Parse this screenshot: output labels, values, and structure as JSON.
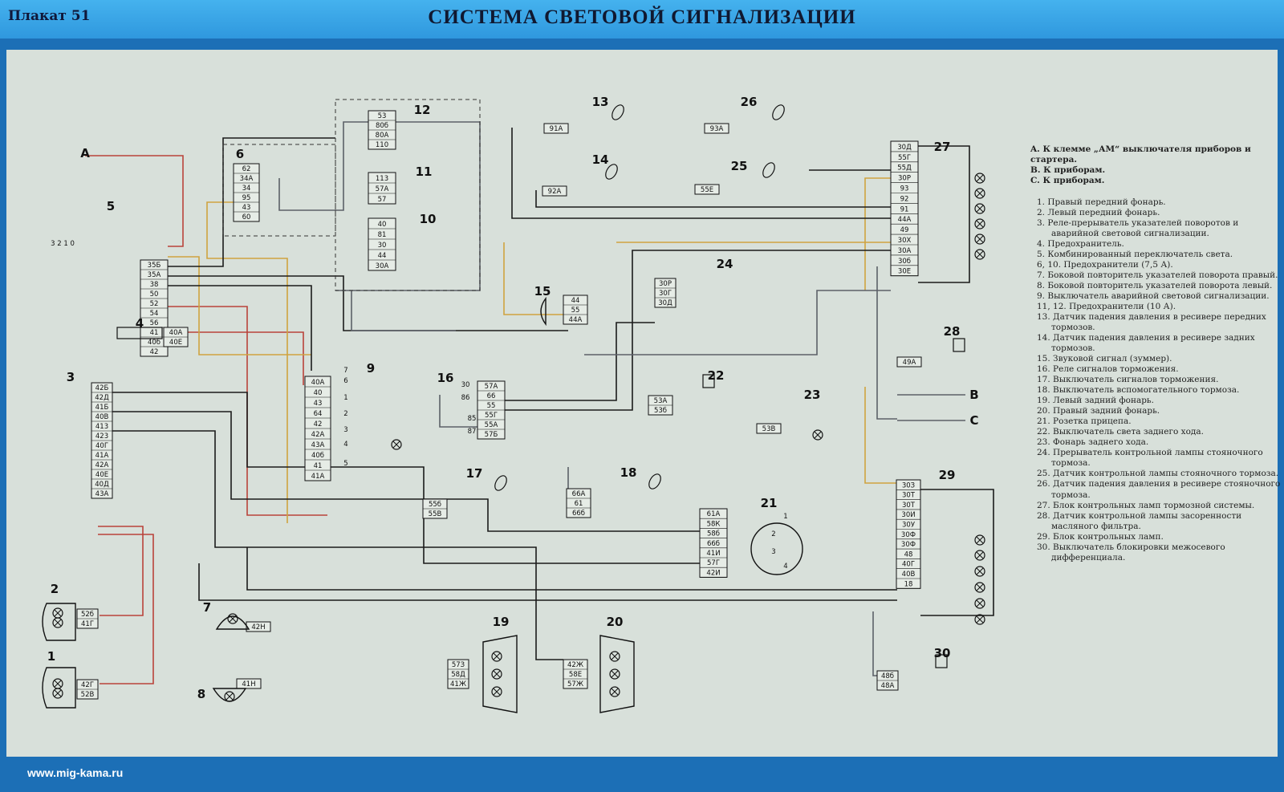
{
  "header": {
    "poster_number": "Плакат 51",
    "title": "СИСТЕМА СВЕТОВОЙ СИГНАЛИЗАЦИИ"
  },
  "footer": {
    "site": "www.mig-kama.ru"
  },
  "legend": {
    "abc": [
      "A. К клемме „АМ“ выключателя приборов и стартера.",
      "B. К приборам.",
      "C. К приборам."
    ],
    "items": [
      "Правый передний фонарь.",
      "Левый передний фонарь.",
      "Реле-прерыватель указателей поворотов и аварийной световой сигнализации.",
      "Предохранитель.",
      "Комбинированный переключатель света.",
      "10. Предохранители (7,5 А).",
      "Боковой повторитель указателей поворота правый.",
      "Боковой повторитель указателей поворота левый.",
      "Выключатель аварийной световой сигнализации.",
      "12. Предохранители (10 А).",
      "Датчик падения давления в ресивере передних тормозов.",
      "Датчик падения давления в ресивере задних тормозов.",
      "Звуковой сигнал (зуммер).",
      "Реле сигналов торможения.",
      "Выключатель сигналов торможения.",
      "Выключатель вспомогательного тормоза.",
      "Левый задний фонарь.",
      "Правый задний фонарь.",
      "Розетка прицепа.",
      "Выключатель света заднего хода.",
      "Фонарь заднего хода.",
      "Прерыватель контрольной лампы стояночного тормоза.",
      "Датчик контрольной лампы стояночного тормоза.",
      "Датчик падения давления в ресивере стояночного тормоза.",
      "Блок контрольных ламп тормозной системы.",
      "Датчик контрольной лампы засоренности масляного фильтра.",
      "Блок контрольных ламп.",
      "Выключатель блокировки межосевого дифференциала."
    ],
    "item_numbers": [
      "1.",
      "2.",
      "3.",
      "4.",
      "5.",
      "6,",
      "7.",
      "8.",
      "9.",
      "11,",
      "13.",
      "14.",
      "15.",
      "16.",
      "17.",
      "18.",
      "19.",
      "20.",
      "21.",
      "22.",
      "23.",
      "24.",
      "25.",
      "26.",
      "27.",
      "28.",
      "29.",
      "30."
    ]
  },
  "diagram": {
    "line_colors": {
      "red": "#b9433a",
      "yellow": "#cfa340",
      "black": "#1b1b1b",
      "gray": "#5c6068"
    },
    "letters": [
      "A",
      "B",
      "C"
    ],
    "switch_positions": "3 2 1 0",
    "blocks": [
      {
        "id": "5",
        "pins": [
          "35Б",
          "35А",
          "38",
          "50",
          "52",
          "54",
          "56",
          "41",
          "40б",
          "42"
        ]
      },
      {
        "id": "6",
        "pins": [
          "62",
          "34А",
          "34",
          "95",
          "43",
          "60"
        ]
      },
      {
        "id": "12",
        "pins": [
          "53",
          "80б",
          "80А",
          "110"
        ]
      },
      {
        "id": "11",
        "pins": [
          "113",
          "57А",
          "57"
        ]
      },
      {
        "id": "10",
        "pins": [
          "40",
          "81",
          "30",
          "44",
          "30А"
        ]
      },
      {
        "id": "4",
        "pins": [
          "40А",
          "40Е"
        ]
      },
      {
        "id": "3",
        "pins": [
          "42Б",
          "42Д",
          "41Б",
          "40В",
          "413",
          "423",
          "40Г",
          "41А",
          "42А",
          "40Е",
          "40Д",
          "43А"
        ]
      },
      {
        "id": "9",
        "pins": [
          "40А",
          "40",
          "43",
          "64",
          "42",
          "42А",
          "43А",
          "40б",
          "41",
          "41А"
        ],
        "contacts": [
          "7",
          "6",
          "1",
          "2",
          "3",
          "4",
          "5"
        ]
      },
      {
        "id": "16",
        "pins": [
          "57А",
          "66",
          "55",
          "55Г",
          "55А",
          "57Б"
        ],
        "contacts": [
          "30",
          "86",
          "85",
          "87"
        ]
      },
      {
        "id": "15",
        "pins": [
          "44",
          "55",
          "44А"
        ]
      },
      {
        "id": "13",
        "pins": [
          "91А"
        ]
      },
      {
        "id": "14",
        "pins": [
          "92А"
        ]
      },
      {
        "id": "26",
        "pins": [
          "93А"
        ]
      },
      {
        "id": "25",
        "pins": [
          "55Е"
        ]
      },
      {
        "id": "24",
        "pins": [
          "30Р",
          "30Г",
          "30Д"
        ]
      },
      {
        "id": "27",
        "pins": [
          "30Д",
          "55Г",
          "55Д",
          "30Р",
          "93",
          "92",
          "91",
          "44А",
          "49",
          "30Х",
          "30А",
          "30б",
          "30Е"
        ]
      },
      {
        "id": "28",
        "pins": [
          "49А"
        ]
      },
      {
        "id": "22",
        "pins": [
          "53А",
          "53б"
        ]
      },
      {
        "id": "23",
        "pins": [
          "53В"
        ]
      },
      {
        "id": "17",
        "pins": [
          "55б",
          "55В"
        ]
      },
      {
        "id": "18",
        "pins": [
          "66А",
          "61",
          "66б"
        ]
      },
      {
        "id": "21",
        "pins": [
          "61А",
          "58К",
          "58б",
          "66б",
          "41И",
          "57Г",
          "42И"
        ],
        "contacts": [
          "1",
          "2",
          "3",
          "4"
        ]
      },
      {
        "id": "29",
        "pins": [
          "30З",
          "30Т",
          "30Т",
          "30И",
          "30У",
          "30Ф",
          "30Ф",
          "48",
          "40Г",
          "40В",
          "18"
        ]
      },
      {
        "id": "30",
        "pins": [
          "48б",
          "48А"
        ]
      },
      {
        "id": "2",
        "pins": [
          "52б",
          "41Г"
        ]
      },
      {
        "id": "1",
        "pins": [
          "42Г",
          "52В"
        ]
      },
      {
        "id": "7",
        "pins": [
          "42Н"
        ]
      },
      {
        "id": "8",
        "pins": [
          "41Н"
        ]
      },
      {
        "id": "19",
        "pins": [
          "57З",
          "58Д",
          "41Ж"
        ]
      },
      {
        "id": "20",
        "pins": [
          "42Ж",
          "58Е",
          "57Ж"
        ]
      }
    ]
  }
}
